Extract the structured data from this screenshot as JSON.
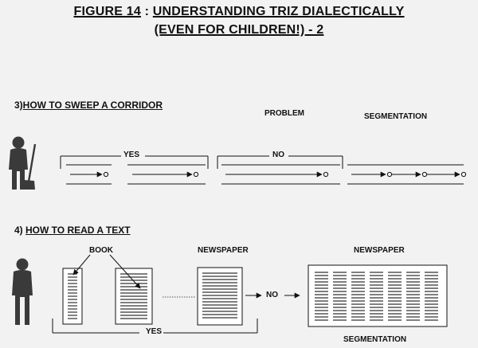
{
  "header": {
    "figure_label": "FIGURE 14",
    "separator": " : ",
    "line1_rest": "UNDERSTANDING TRIZ DIALECTICALLY",
    "line2": "(EVEN FOR CHILDREN!) - 2"
  },
  "section3": {
    "prefix": "3)",
    "title": "HOW TO SWEEP A CORRIDOR",
    "yes": "YES",
    "no": "NO",
    "problem": "PROBLEM",
    "segmentation": "SEGMENTATION"
  },
  "section4": {
    "prefix": "4) ",
    "title": "HOW TO READ A TEXT",
    "book": "BOOK",
    "newspaper_left": "NEWSPAPER",
    "newspaper_right": "NEWSPAPER",
    "no": "NO",
    "yes": "YES",
    "segmentation": "SEGMENTATION"
  },
  "icons": {
    "sweeper": "person-with-broom-icon",
    "reader": "person-icon"
  },
  "colors": {
    "background": "#f2f2f2",
    "ink": "#111111",
    "silhouette": "#3a3a3a"
  }
}
